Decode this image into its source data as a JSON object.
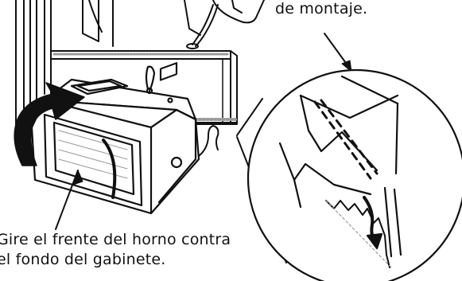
{
  "captions": {
    "top": "de montaje.",
    "bottom_line1": "Gire el frente del horno contra",
    "bottom_line2": "el fondo del gabinete."
  },
  "colors": {
    "ink": "#111111",
    "paper": "#ffffff",
    "hatch": "#9a9a9a"
  }
}
